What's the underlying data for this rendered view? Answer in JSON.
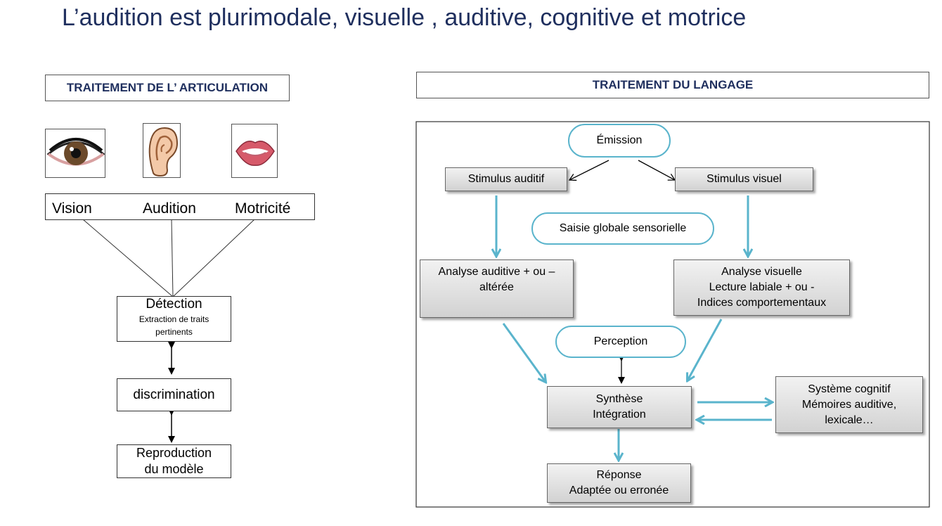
{
  "title": "L’audition est plurimodale, visuelle , auditive, cognitive et motrice",
  "left_panel": {
    "header": "TRAITEMENT  DE L’ ARTICULATION",
    "icons": [
      "eye-icon",
      "ear-icon",
      "mouth-icon"
    ],
    "modalities": [
      "Vision",
      "Audition",
      "Motricité"
    ],
    "detection": {
      "title": "Détection",
      "subtitle_line1": "Extraction de traits",
      "subtitle_line2": "pertinents"
    },
    "discrimination": "discrimination",
    "reproduction": {
      "line1": "Reproduction",
      "line2": "du modèle"
    }
  },
  "right_panel": {
    "header": "TRAITEMENT  DU LANGAGE",
    "emission": "Émission",
    "stimulus_auditif": "Stimulus auditif",
    "stimulus_visuel": "Stimulus visuel",
    "saisie": "Saisie globale sensorielle",
    "analyse_auditive": {
      "line1": "Analyse auditive + ou –",
      "line2": "altérée"
    },
    "analyse_visuelle": {
      "line1": "Analyse visuelle",
      "line2": "Lecture labiale + ou -",
      "line3": "Indices comportementaux"
    },
    "perception": "Perception",
    "synthese": {
      "line1": "Synthèse",
      "line2": "Intégration"
    },
    "systeme_cognitif": {
      "line1": "Système cognitif",
      "line2": "Mémoires auditive,",
      "line3": "lexicale…"
    },
    "reponse": {
      "line1": "Réponse",
      "line2": "Adaptée ou erronée"
    }
  },
  "colors": {
    "title": "#1f2f5e",
    "arrow_blue": "#5ab4cc",
    "oval_border": "#5ab4cc"
  }
}
